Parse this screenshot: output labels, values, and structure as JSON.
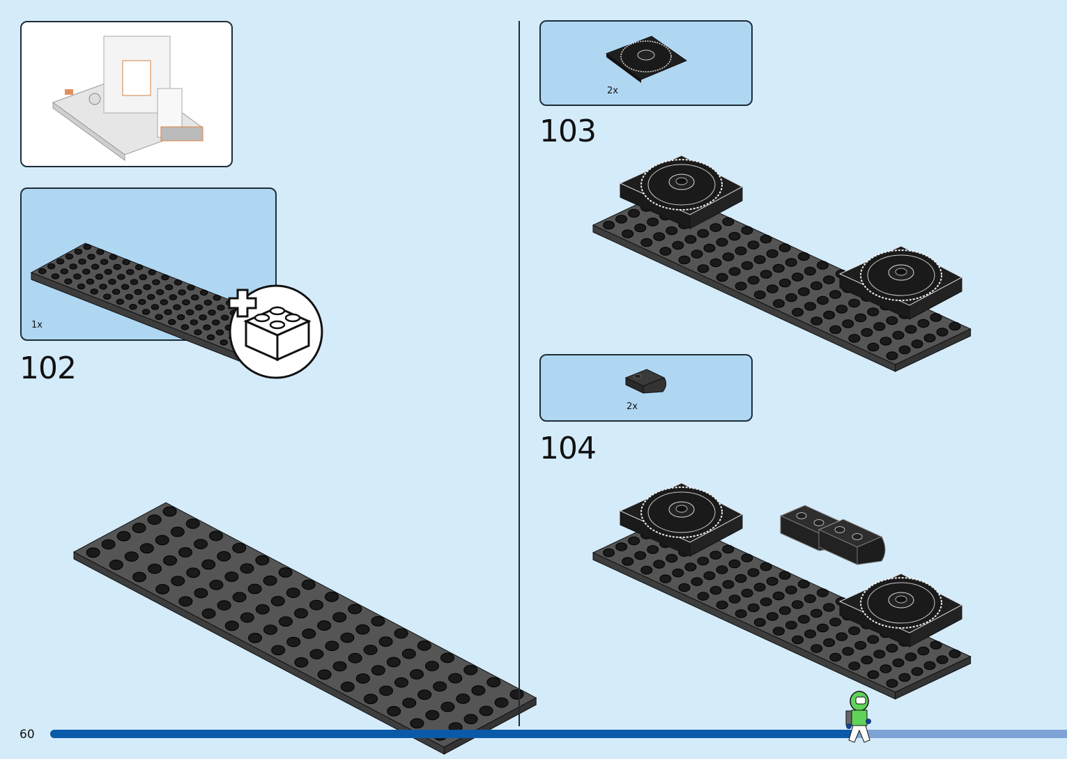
{
  "page": {
    "number": "60",
    "progress": 0.79
  },
  "steps": [
    {
      "number": "102",
      "parts_qty": "1x",
      "new_bag": true
    },
    {
      "number": "103",
      "parts_qty": "2x"
    },
    {
      "number": "104",
      "parts_qty": "2x"
    }
  ],
  "colors": {
    "background": "#d4ebfa",
    "callout": "#b0d7f2",
    "brick": "#555555",
    "stud": "#1a1a1a",
    "progress": "#0a5aa8"
  },
  "icons": [
    "add-bag-icon",
    "minifigure-icon"
  ]
}
